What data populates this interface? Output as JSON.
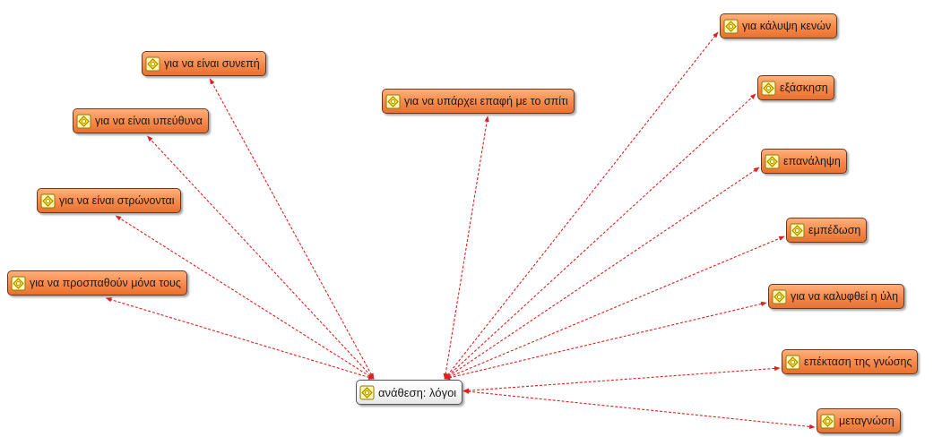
{
  "diagram": {
    "hub": {
      "label": "ανάθεση: λόγοι",
      "icon": "code-icon"
    },
    "nodes": [
      {
        "id": "n1",
        "label": "για να είναι συνεπή",
        "icon": "code-icon"
      },
      {
        "id": "n2",
        "label": "για να είναι υπεύθυνα",
        "icon": "code-icon"
      },
      {
        "id": "n3",
        "label": "για να είναι στρώνονται",
        "icon": "code-icon"
      },
      {
        "id": "n4",
        "label": "για να προσπαθούν μόνα τους",
        "icon": "code-icon"
      },
      {
        "id": "n5",
        "label": "για να υπάρχει επαφή με το σπίτι",
        "icon": "code-icon"
      },
      {
        "id": "n6",
        "label": "για κάλυψη κενών",
        "icon": "code-icon"
      },
      {
        "id": "n7",
        "label": "εξάσκηση",
        "icon": "code-icon"
      },
      {
        "id": "n8",
        "label": "επανάληψη",
        "icon": "code-icon"
      },
      {
        "id": "n9",
        "label": "εμπέδωση",
        "icon": "code-icon"
      },
      {
        "id": "n10",
        "label": "για να καλυφθεί η ύλη",
        "icon": "code-icon"
      },
      {
        "id": "n11",
        "label": "επέκταση της γνώσης",
        "icon": "code-icon"
      },
      {
        "id": "n12",
        "label": "μεταγνώση",
        "icon": "code-icon"
      }
    ],
    "edges": [
      {
        "from": "hub",
        "to": "n1",
        "style": "dashed",
        "arrows": "both"
      },
      {
        "from": "hub",
        "to": "n2",
        "style": "dashed",
        "arrows": "both"
      },
      {
        "from": "hub",
        "to": "n3",
        "style": "dashed",
        "arrows": "both"
      },
      {
        "from": "hub",
        "to": "n4",
        "style": "dashed",
        "arrows": "both"
      },
      {
        "from": "hub",
        "to": "n5",
        "style": "dashed",
        "arrows": "both"
      },
      {
        "from": "hub",
        "to": "n6",
        "style": "dashed",
        "arrows": "both"
      },
      {
        "from": "hub",
        "to": "n7",
        "style": "dashed",
        "arrows": "both"
      },
      {
        "from": "hub",
        "to": "n8",
        "style": "dashed",
        "arrows": "both"
      },
      {
        "from": "hub",
        "to": "n9",
        "style": "dashed",
        "arrows": "both"
      },
      {
        "from": "hub",
        "to": "n10",
        "style": "dashed",
        "arrows": "both"
      },
      {
        "from": "hub",
        "to": "n11",
        "style": "dashed",
        "arrows": "both"
      },
      {
        "from": "hub",
        "to": "n12",
        "style": "dashed",
        "arrows": "both"
      }
    ],
    "colors": {
      "edge": "#e02020",
      "node_fill": "#f7884a",
      "node_border": "#6b3a1e",
      "hub_fill": "#f4f4f4"
    }
  }
}
